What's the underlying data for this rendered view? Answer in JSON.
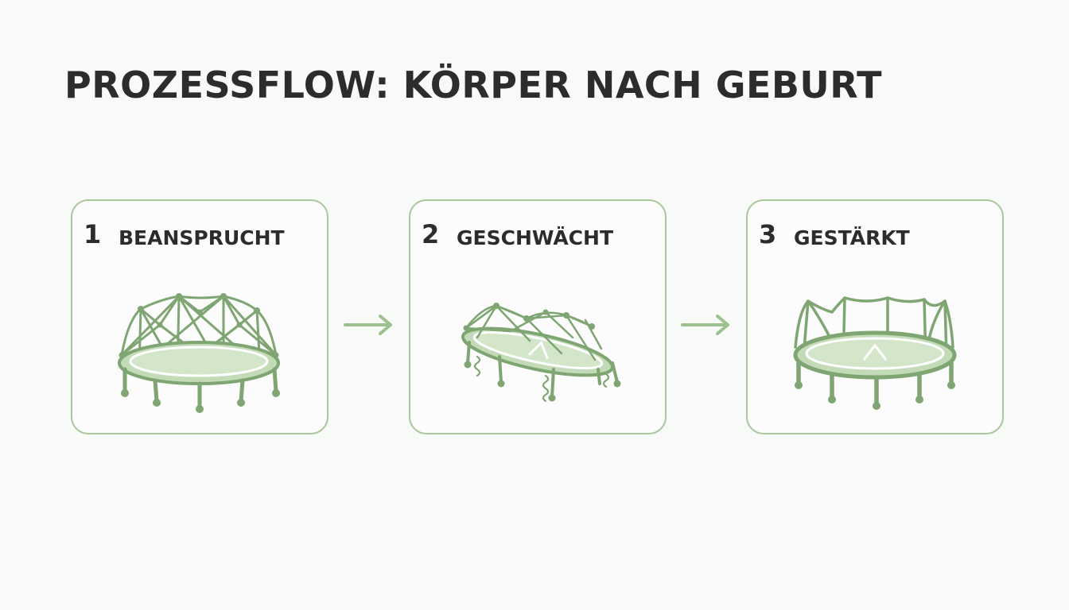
{
  "title": "PROZESSFLOW: KÖRPER NACH GEBURT",
  "colors": {
    "accent": "#8fb784",
    "accent_dark": "#6f9864",
    "fill": "#c3dbb7",
    "border": "#a9c79d",
    "text": "#2b2d2c"
  },
  "steps": [
    {
      "number": "1",
      "label": "BEANSPRUCHT",
      "icon": "taut-trampoline-icon"
    },
    {
      "number": "2",
      "label": "GESCHWÄCHT",
      "icon": "sagging-trampoline-icon"
    },
    {
      "number": "3",
      "label": "GESTÄRKT",
      "icon": "reinforced-trampoline-icon"
    }
  ],
  "connectors": [
    {
      "from": "1",
      "to": "2",
      "icon": "arrow-right-icon"
    },
    {
      "from": "2",
      "to": "3",
      "icon": "arrow-right-icon"
    }
  ]
}
